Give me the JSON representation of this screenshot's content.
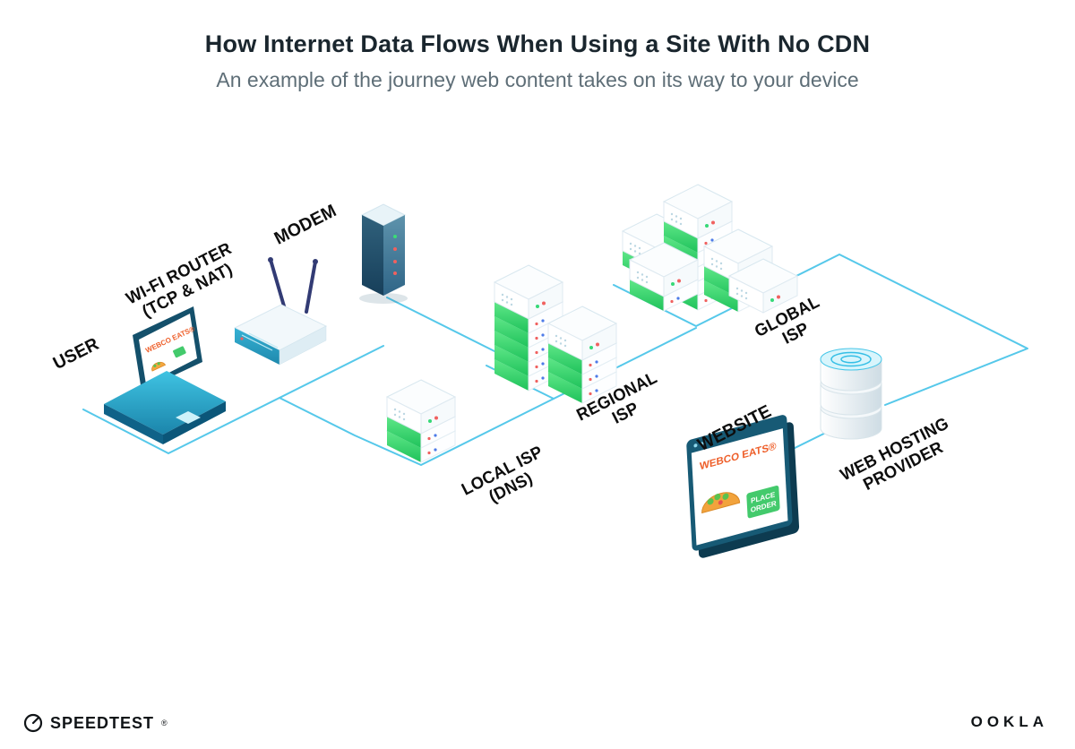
{
  "header": {
    "title": "How Internet Data Flows When Using a Site With No CDN",
    "subtitle": "An example of the journey web content takes on its way to your device"
  },
  "nodes": {
    "user": {
      "label": "USER"
    },
    "wifi_router": {
      "label1": "WI-FI ROUTER",
      "label2": "(TCP & NAT)"
    },
    "modem": {
      "label": "MODEM"
    },
    "local_isp": {
      "label1": "LOCAL ISP",
      "label2": "(DNS)"
    },
    "regional_isp": {
      "label1": "REGIONAL",
      "label2": "ISP"
    },
    "global_isp": {
      "label1": "GLOBAL",
      "label2": "ISP"
    },
    "web_hosting": {
      "label1": "WEB HOSTING",
      "label2": "PROVIDER"
    },
    "website": {
      "label": "WEBSITE"
    }
  },
  "screens": {
    "laptop": {
      "brand": "WEBCO EATS®"
    },
    "browser": {
      "brand": "WEBCO EATS®",
      "button1": "PLACE",
      "button2": "ORDER"
    }
  },
  "connections": [
    "USER → WI-FI ROUTER (TCP & NAT)",
    "WI-FI ROUTER → MODEM",
    "MODEM → LOCAL ISP (DNS)",
    "LOCAL ISP (DNS) → REGIONAL ISP",
    "REGIONAL ISP → GLOBAL ISP",
    "GLOBAL ISP → WEB HOSTING PROVIDER",
    "WEB HOSTING PROVIDER → WEBSITE"
  ],
  "footer": {
    "speedtest": "SPEEDTEST",
    "speedtest_mark": "®",
    "ookla": "OOKLA"
  },
  "colors": {
    "connection_line": "#55C8EA",
    "server_green": "#2BD168",
    "accent_orange": "#EE5F2A",
    "device_teal": "#1B85AB",
    "dark_navy": "#14506B"
  }
}
